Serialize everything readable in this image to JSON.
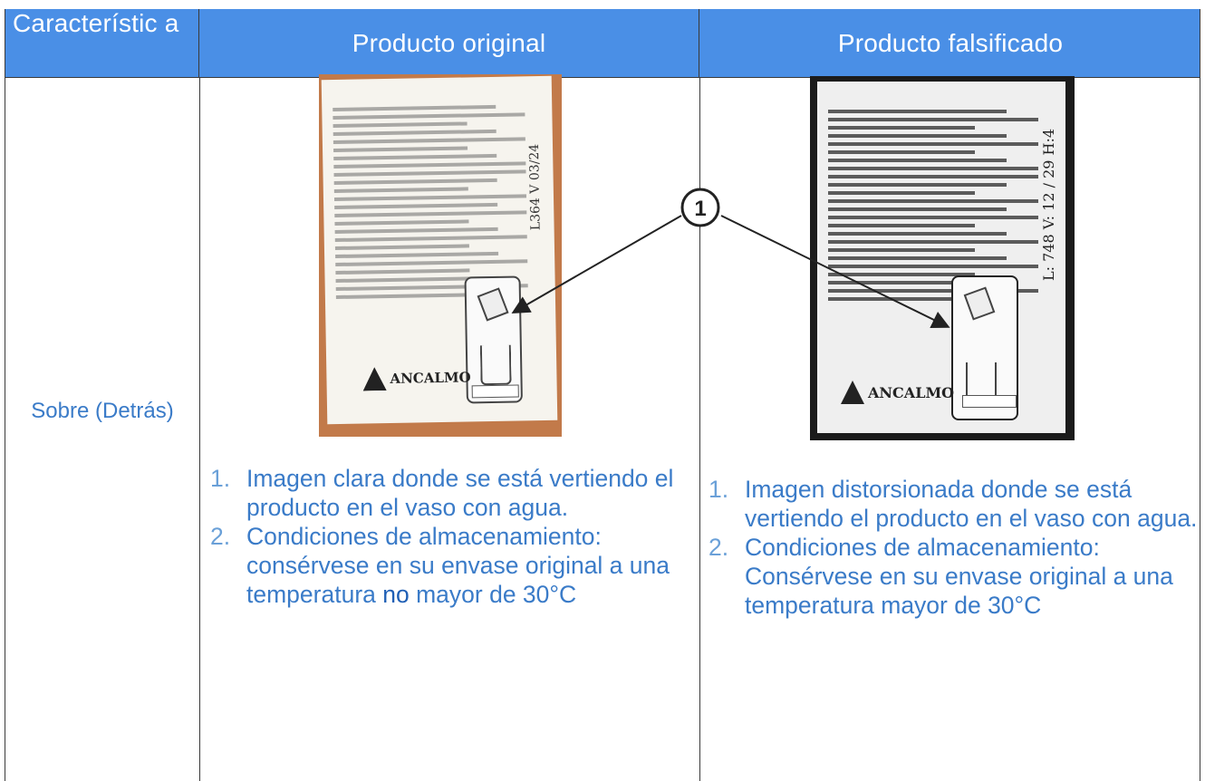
{
  "header": {
    "col1": "Característic a",
    "col2": "Producto original",
    "col3": "Producto falsificado"
  },
  "row": {
    "label": "Sobre (Detrás)"
  },
  "callout_marker": "1",
  "original": {
    "image_alt": "Sobre original (reverso)",
    "logo_text": "ANCALMO",
    "vertical_code": "L364 V 03/24",
    "points": [
      {
        "num": "1.",
        "text": "Imagen clara donde se está vertiendo el producto en el vaso con agua."
      },
      {
        "num": "2.",
        "text_before": "Condiciones de almacenamiento: consérvese en su envase original a una temperatura ",
        "emphasis": "no",
        "text_after": " mayor de 30°C"
      }
    ]
  },
  "counterfeit": {
    "image_alt": "Sobre falsificado (reverso)",
    "logo_text": "ANCALMO",
    "vertical_code": "L: 748 V: 12 / 29 H:4",
    "points": [
      {
        "num": "1.",
        "text": "Imagen distorsionada donde se está vertiendo el producto en el vaso con agua."
      },
      {
        "num": "2.",
        "text": "Condiciones de almacenamiento: Consérvese en su envase original a una temperatura mayor de 30°C"
      }
    ]
  },
  "colors": {
    "header_bg": "#4a8fe6",
    "header_text": "#ffffff",
    "body_text": "#3a7bc8",
    "border": "#3a3a3a"
  }
}
